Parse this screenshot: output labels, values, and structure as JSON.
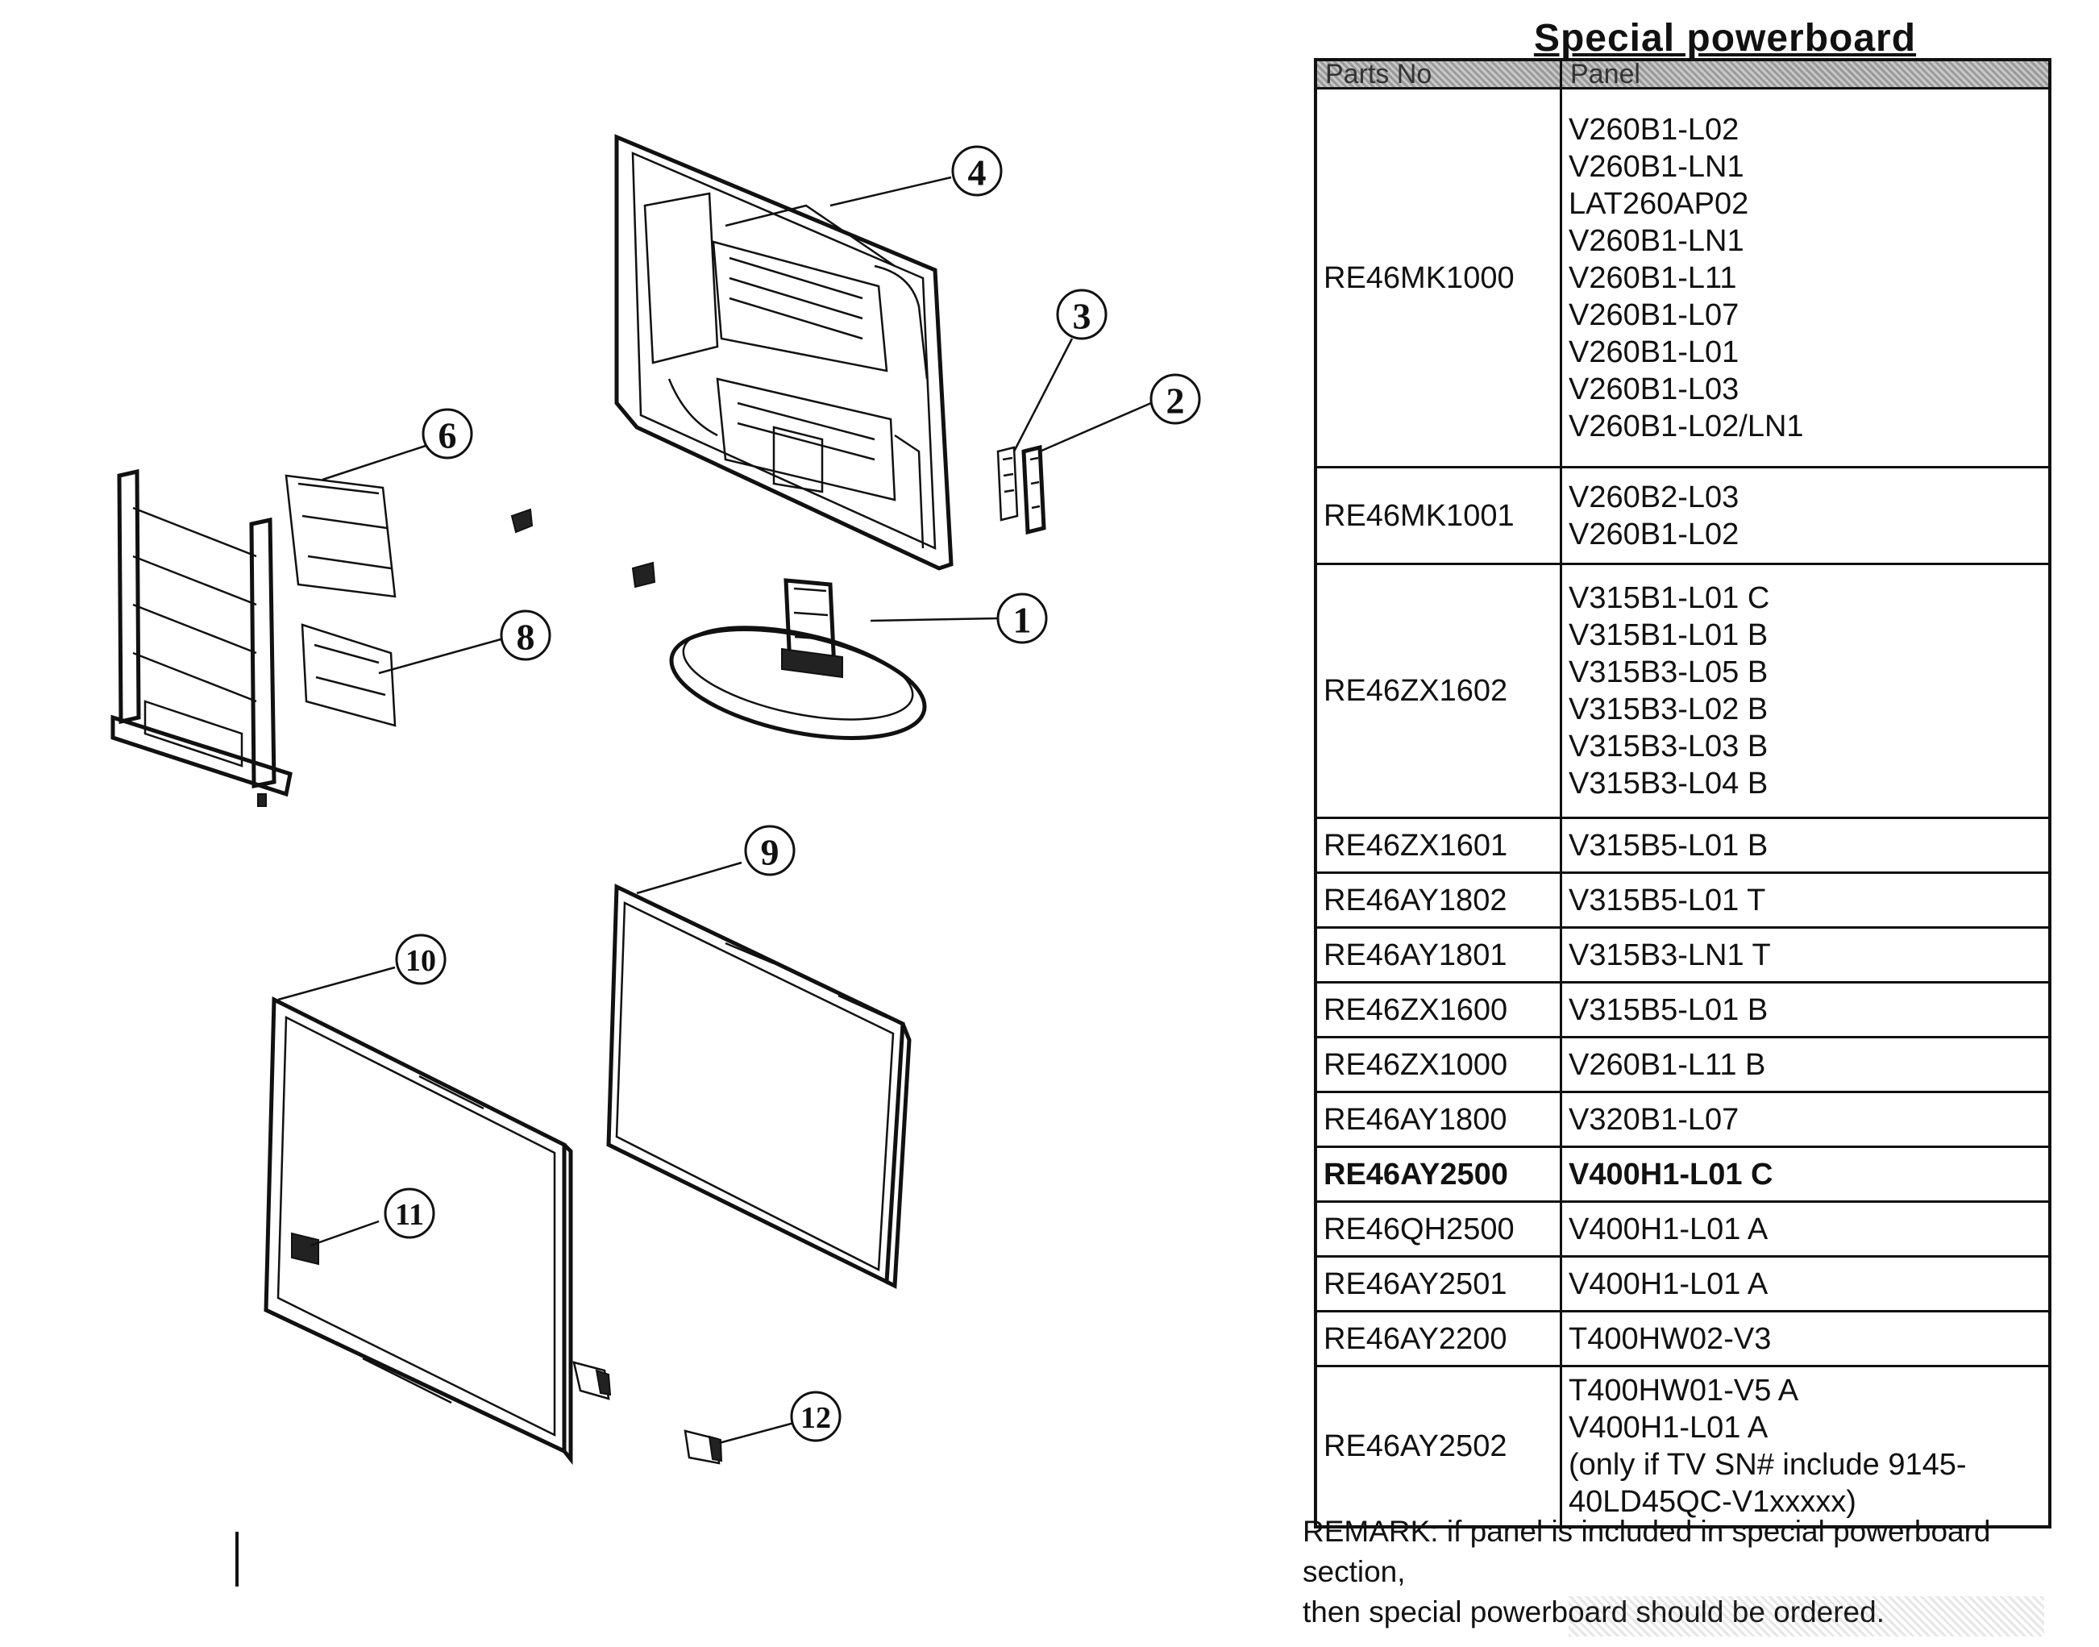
{
  "callouts": [
    "1",
    "2",
    "3",
    "4",
    "6",
    "8",
    "9",
    "10",
    "11",
    "12"
  ],
  "special_powerboard": {
    "title": "Special powerboard",
    "headers": [
      "Parts No",
      "Panel"
    ],
    "rows": [
      {
        "part_no": "RE46MK1000",
        "panels": "V260B1-L02\nV260B1-LN1\nLAT260AP02\nV260B1-LN1\nV260B1-L11\nV260B1-L07\nV260B1-L01\nV260B1-L03\nV260B1-L02/LN1"
      },
      {
        "part_no": "RE46MK1001",
        "panels": "V260B2-L03\nV260B1-L02"
      },
      {
        "part_no": "RE46ZX1602",
        "panels": "V315B1-L01 C\nV315B1-L01 B\nV315B3-L05 B\nV315B3-L02 B\nV315B3-L03 B\nV315B3-L04 B"
      },
      {
        "part_no": "RE46ZX1601",
        "panels": "V315B5-L01 B"
      },
      {
        "part_no": "RE46AY1802",
        "panels": "V315B5-L01 T"
      },
      {
        "part_no": "RE46AY1801",
        "panels": "V315B3-LN1 T"
      },
      {
        "part_no": "RE46ZX1600",
        "panels": "V315B5-L01 B"
      },
      {
        "part_no": "RE46ZX1000",
        "panels": "V260B1-L11 B"
      },
      {
        "part_no": "RE46AY1800",
        "panels": "V320B1-L07"
      },
      {
        "part_no": "RE46AY2500",
        "panels": "V400H1-L01  C"
      },
      {
        "part_no": "RE46QH2500",
        "panels": "V400H1-L01 A"
      },
      {
        "part_no": "RE46AY2501",
        "panels": "V400H1-L01 A"
      },
      {
        "part_no": "RE46AY2200",
        "panels": "T400HW02-V3"
      },
      {
        "part_no": "RE46AY2502",
        "panels": "T400HW01-V5 A\nV400H1-L01 A\n(only if TV SN# include 9145-\n40LD45QC-V1xxxxx)"
      }
    ],
    "remark": "REMARK:  if panel is included in special powerboard\nsection,\nthen special powerboard should be ordered."
  }
}
